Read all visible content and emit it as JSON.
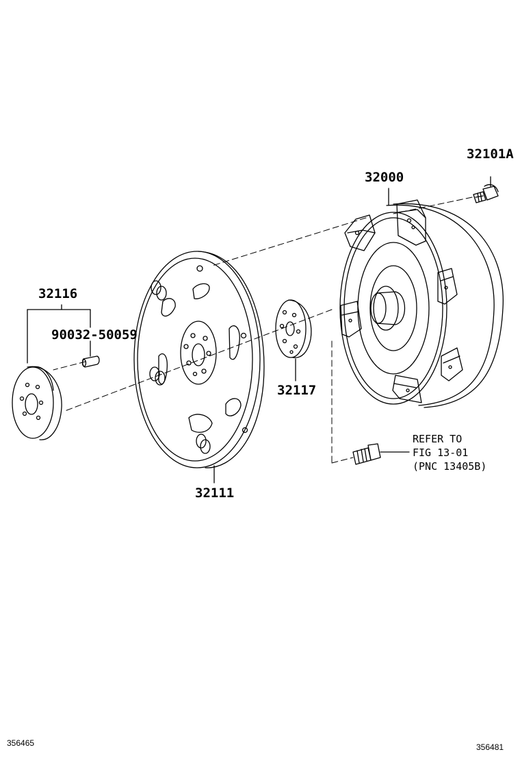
{
  "labels": {
    "bolt_top": "32101A",
    "converter": "32000",
    "spacer": "32116",
    "pin": "90032-50059",
    "flywheel_plate": "32111",
    "drive_plate_spacer": "32117"
  },
  "refer_note": {
    "line1": "REFER TO",
    "line2": "FIG 13-01",
    "line3": "(PNC 13405B)"
  },
  "codes": {
    "left": "356465",
    "right": "356481"
  }
}
